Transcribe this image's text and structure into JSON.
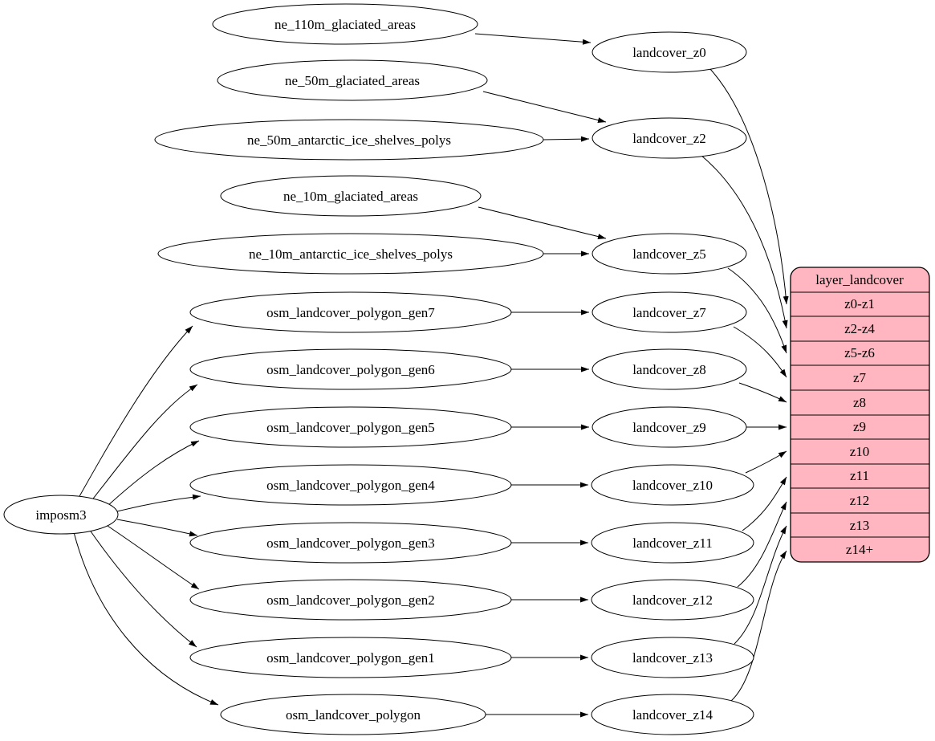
{
  "nodes": {
    "imposm3": "imposm3",
    "ne_110m_glaciated_areas": "ne_110m_glaciated_areas",
    "ne_50m_glaciated_areas": "ne_50m_glaciated_areas",
    "ne_50m_antarctic_ice_shelves_polys": "ne_50m_antarctic_ice_shelves_polys",
    "ne_10m_glaciated_areas": "ne_10m_glaciated_areas",
    "ne_10m_antarctic_ice_shelves_polys": "ne_10m_antarctic_ice_shelves_polys",
    "osm_landcover_polygon_gen7": "osm_landcover_polygon_gen7",
    "osm_landcover_polygon_gen6": "osm_landcover_polygon_gen6",
    "osm_landcover_polygon_gen5": "osm_landcover_polygon_gen5",
    "osm_landcover_polygon_gen4": "osm_landcover_polygon_gen4",
    "osm_landcover_polygon_gen3": "osm_landcover_polygon_gen3",
    "osm_landcover_polygon_gen2": "osm_landcover_polygon_gen2",
    "osm_landcover_polygon_gen1": "osm_landcover_polygon_gen1",
    "osm_landcover_polygon": "osm_landcover_polygon",
    "landcover_z0": "landcover_z0",
    "landcover_z2": "landcover_z2",
    "landcover_z5": "landcover_z5",
    "landcover_z7": "landcover_z7",
    "landcover_z8": "landcover_z8",
    "landcover_z9": "landcover_z9",
    "landcover_z10": "landcover_z10",
    "landcover_z11": "landcover_z11",
    "landcover_z12": "landcover_z12",
    "landcover_z13": "landcover_z13",
    "landcover_z14": "landcover_z14"
  },
  "record": {
    "title": "layer_landcover",
    "rows": [
      "z0-z1",
      "z2-z4",
      "z5-z6",
      "z7",
      "z8",
      "z9",
      "z10",
      "z11",
      "z12",
      "z13",
      "z14+"
    ]
  },
  "edges": [
    [
      "imposm3",
      "osm_landcover_polygon_gen7"
    ],
    [
      "imposm3",
      "osm_landcover_polygon_gen6"
    ],
    [
      "imposm3",
      "osm_landcover_polygon_gen5"
    ],
    [
      "imposm3",
      "osm_landcover_polygon_gen4"
    ],
    [
      "imposm3",
      "osm_landcover_polygon_gen3"
    ],
    [
      "imposm3",
      "osm_landcover_polygon_gen2"
    ],
    [
      "imposm3",
      "osm_landcover_polygon_gen1"
    ],
    [
      "imposm3",
      "osm_landcover_polygon"
    ],
    [
      "ne_110m_glaciated_areas",
      "landcover_z0"
    ],
    [
      "ne_50m_glaciated_areas",
      "landcover_z2"
    ],
    [
      "ne_50m_antarctic_ice_shelves_polys",
      "landcover_z2"
    ],
    [
      "ne_10m_glaciated_areas",
      "landcover_z5"
    ],
    [
      "ne_10m_antarctic_ice_shelves_polys",
      "landcover_z5"
    ],
    [
      "osm_landcover_polygon_gen7",
      "landcover_z7"
    ],
    [
      "osm_landcover_polygon_gen6",
      "landcover_z8"
    ],
    [
      "osm_landcover_polygon_gen5",
      "landcover_z9"
    ],
    [
      "osm_landcover_polygon_gen4",
      "landcover_z10"
    ],
    [
      "osm_landcover_polygon_gen3",
      "landcover_z11"
    ],
    [
      "osm_landcover_polygon_gen2",
      "landcover_z12"
    ],
    [
      "osm_landcover_polygon_gen1",
      "landcover_z13"
    ],
    [
      "osm_landcover_polygon",
      "landcover_z14"
    ],
    [
      "landcover_z0",
      "layer_landcover.z0-z1"
    ],
    [
      "landcover_z2",
      "layer_landcover.z2-z4"
    ],
    [
      "landcover_z5",
      "layer_landcover.z5-z6"
    ],
    [
      "landcover_z7",
      "layer_landcover.z7"
    ],
    [
      "landcover_z8",
      "layer_landcover.z8"
    ],
    [
      "landcover_z9",
      "layer_landcover.z9"
    ],
    [
      "landcover_z10",
      "layer_landcover.z10"
    ],
    [
      "landcover_z11",
      "layer_landcover.z11"
    ],
    [
      "landcover_z12",
      "layer_landcover.z12"
    ],
    [
      "landcover_z13",
      "layer_landcover.z13"
    ],
    [
      "landcover_z14",
      "layer_landcover.z14+"
    ]
  ],
  "colors": {
    "record_fill": "#ffb6c1",
    "node_fill": "#ffffff",
    "stroke": "#000000",
    "background": "#ffffff"
  }
}
